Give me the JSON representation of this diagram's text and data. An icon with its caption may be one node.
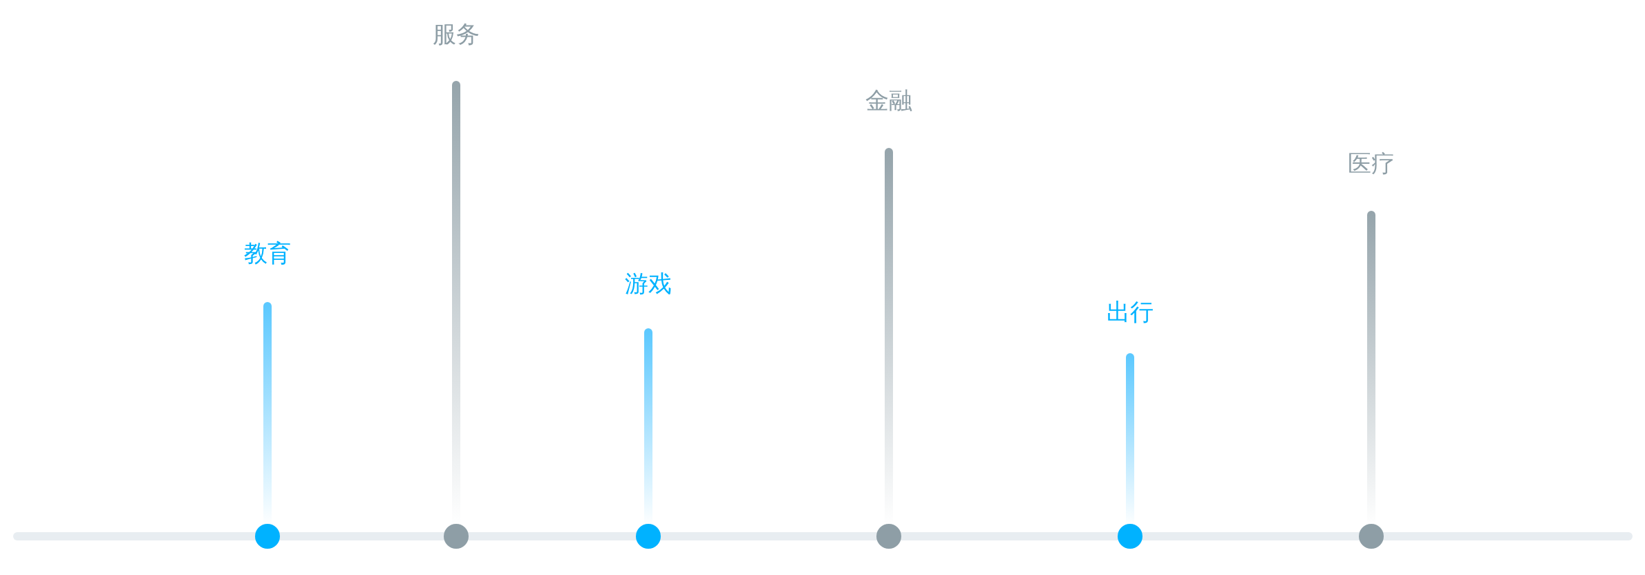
{
  "diagram": {
    "labels": [
      "教育",
      "服务",
      "游戏",
      "金融",
      "出行",
      "医疗"
    ]
  }
}
